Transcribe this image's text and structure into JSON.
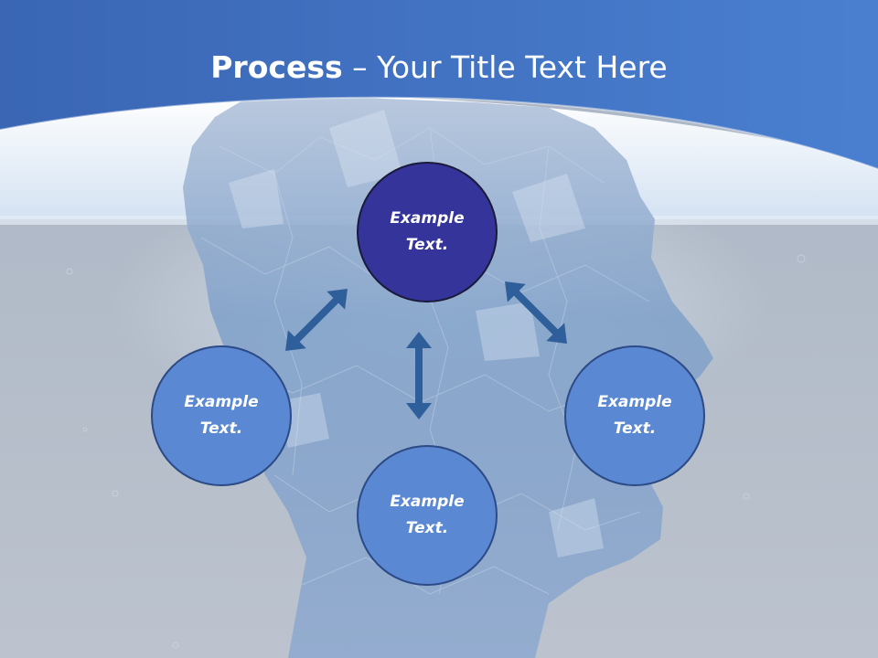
{
  "title": {
    "bold": "Process",
    "separator": " – ",
    "rest": "Your Title Text Here"
  },
  "nodes": {
    "top": "Example\nText.",
    "left": "Example\nText.",
    "right": "Example\nText.",
    "bottom": "Example\nText."
  },
  "colors": {
    "header": "#3f6fbf",
    "primary_node": "#34349a",
    "secondary_node": "#5a88d2",
    "arrow": "#2f5f9a",
    "water": "#b7c0cc"
  }
}
